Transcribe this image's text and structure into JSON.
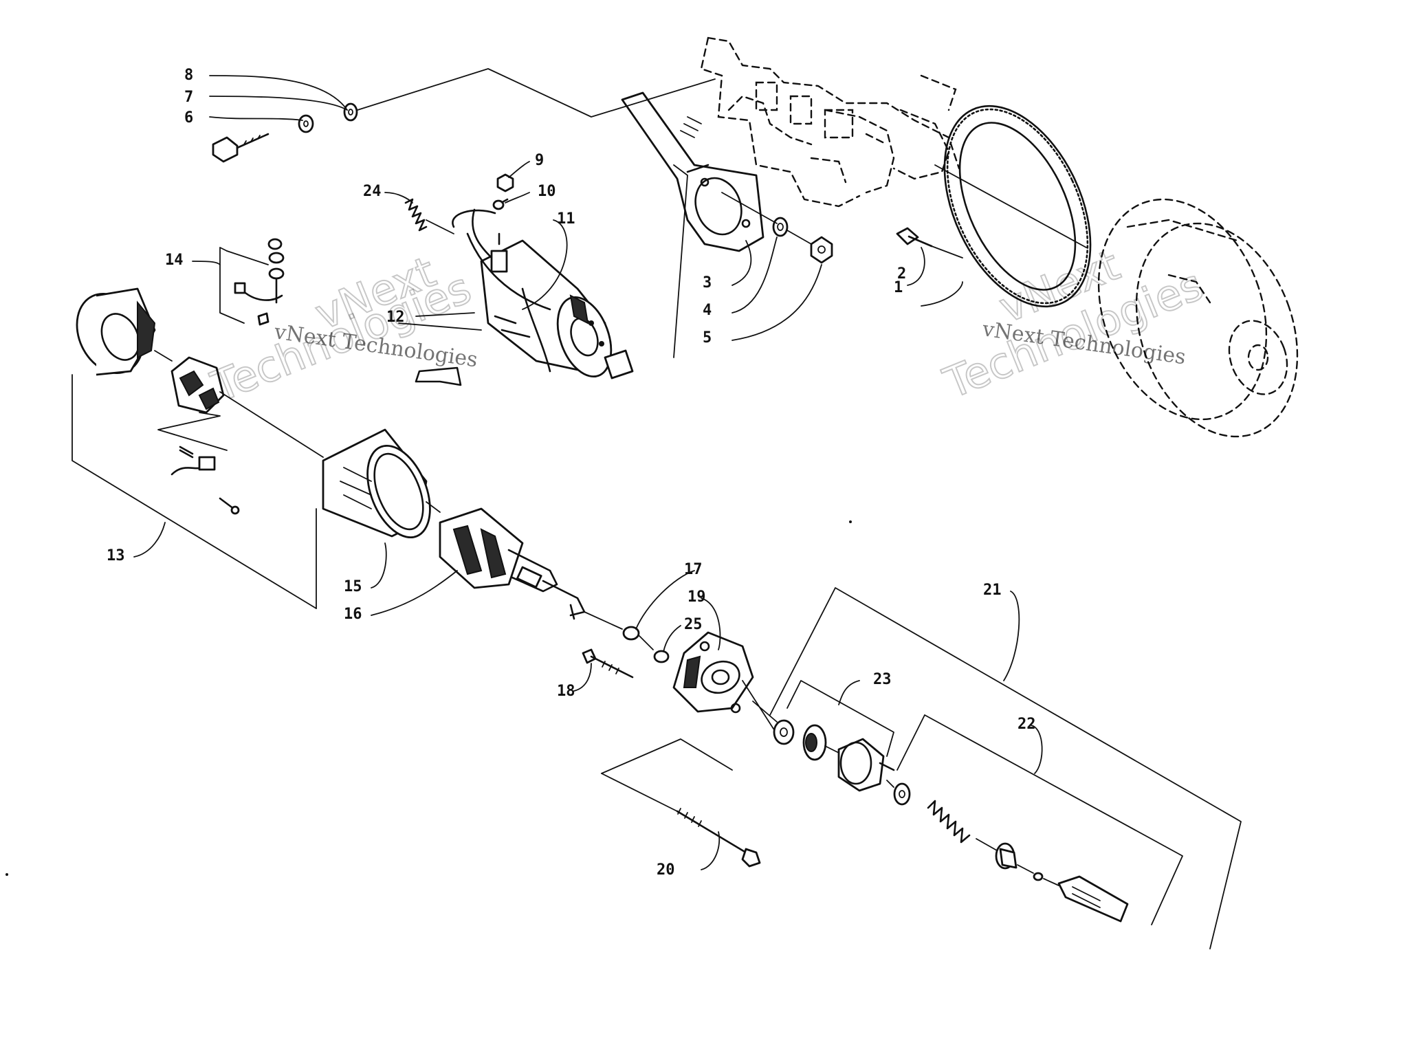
{
  "callouts": [
    {
      "id": "c1",
      "text": "1"
    },
    {
      "id": "c2",
      "text": "2"
    },
    {
      "id": "c3",
      "text": "3"
    },
    {
      "id": "c4",
      "text": "4"
    },
    {
      "id": "c5",
      "text": "5"
    },
    {
      "id": "c6",
      "text": "6"
    },
    {
      "id": "c7",
      "text": "7"
    },
    {
      "id": "c8",
      "text": "8"
    },
    {
      "id": "c9",
      "text": "9"
    },
    {
      "id": "c10",
      "text": "10"
    },
    {
      "id": "c11",
      "text": "11"
    },
    {
      "id": "c12",
      "text": "12"
    },
    {
      "id": "c13",
      "text": "13"
    },
    {
      "id": "c14",
      "text": "14"
    },
    {
      "id": "c15",
      "text": "15"
    },
    {
      "id": "c16",
      "text": "16"
    },
    {
      "id": "c17",
      "text": "17"
    },
    {
      "id": "c18",
      "text": "18"
    },
    {
      "id": "c19",
      "text": "19"
    },
    {
      "id": "c20",
      "text": "20"
    },
    {
      "id": "c21",
      "text": "21"
    },
    {
      "id": "c22",
      "text": "22"
    },
    {
      "id": "c23",
      "text": "23"
    },
    {
      "id": "c24",
      "text": "24"
    },
    {
      "id": "c25",
      "text": "25"
    }
  ],
  "watermark": {
    "line1": "vNext",
    "line2": "Technologies",
    "caption": "vNext Technologies"
  }
}
